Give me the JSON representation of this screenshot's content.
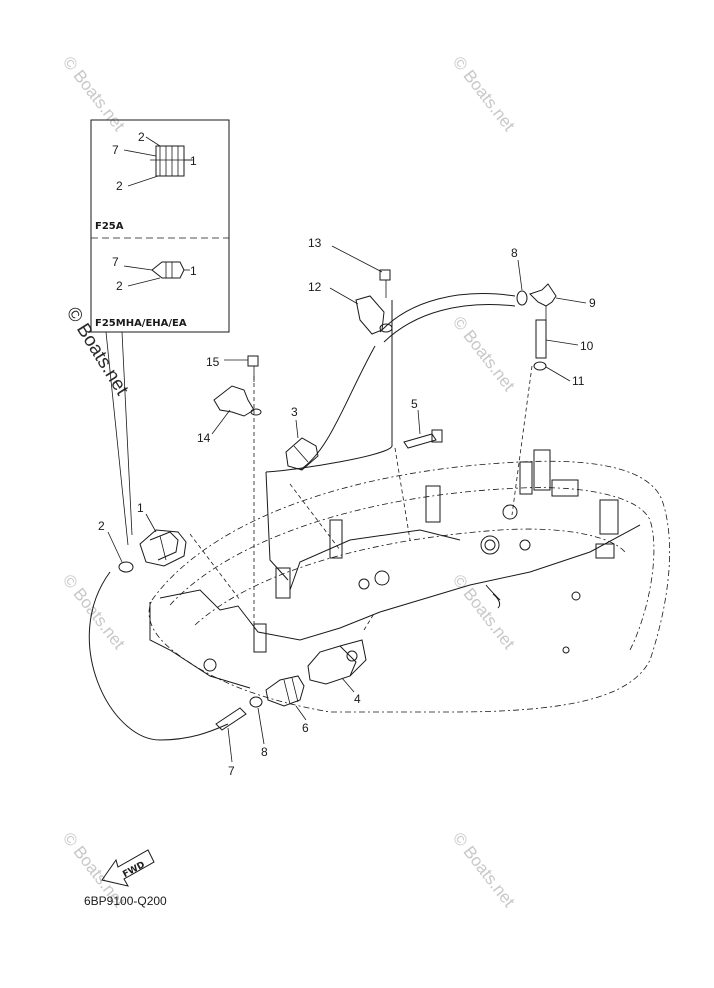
{
  "watermarks": {
    "side_text": "© Boats.net",
    "faint_text": "© Boats.net"
  },
  "insets": [
    {
      "title": "F25A",
      "labels": [
        "7",
        "2",
        "1",
        "2"
      ]
    },
    {
      "title": "F25MHA/EHA/EA",
      "labels": [
        "7",
        "1",
        "2"
      ]
    }
  ],
  "callouts": [
    "1",
    "2",
    "3",
    "4",
    "5",
    "6",
    "7",
    "8",
    "8",
    "9",
    "10",
    "11",
    "12",
    "13",
    "14",
    "15"
  ],
  "fwd_label": "FWD",
  "diagram_code": "6BP9100-Q200",
  "colors": {
    "line": "#1a1a1a",
    "watermark": "#c8c8c8",
    "background": "#ffffff"
  }
}
